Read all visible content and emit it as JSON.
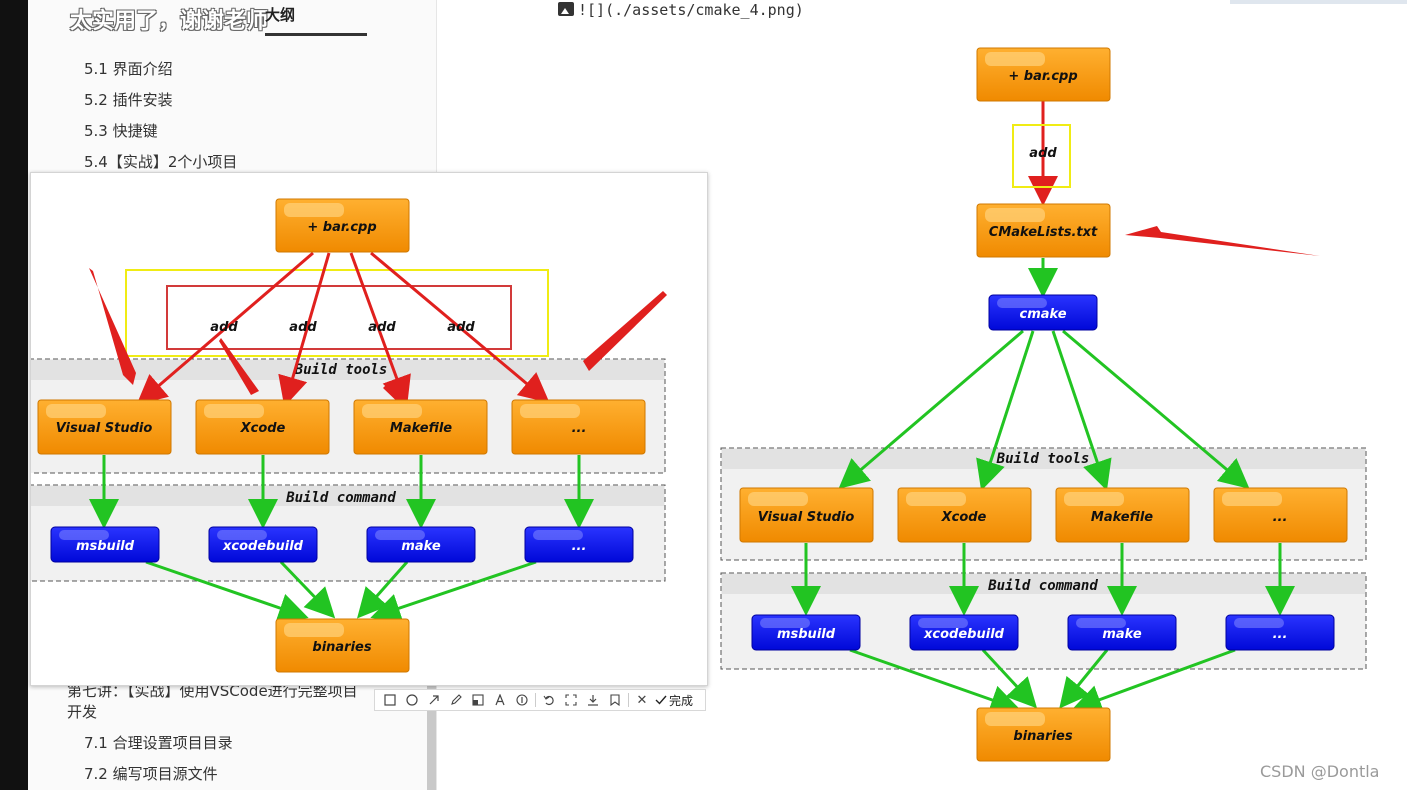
{
  "overlay_caption": "太实用了，谢谢老师",
  "outline": {
    "header": "大纲",
    "items_top": [
      "5.1 界面介绍",
      "5.2 插件安装",
      "5.3 快捷键",
      "5.4【实战】2个小项目"
    ],
    "chapter_line1": "第七讲：【实战】使用VSCode进行完整项目",
    "chapter_line2": "开发",
    "items_bottom": [
      "7.1 合理设置项目目录",
      "7.2 编写项目源文件"
    ]
  },
  "editor": {
    "markdown_line": "![](./assets/cmake_4.png)"
  },
  "diagram": {
    "source": "+ bar.cpp",
    "add_label": "add",
    "cmakelists": "CMakeLists.txt",
    "cmake": "cmake",
    "build_tools_title": "Build tools",
    "build_command_title": "Build command",
    "tools": [
      "Visual Studio",
      "Xcode",
      "Makefile",
      "..."
    ],
    "commands": [
      "msbuild",
      "xcodebuild",
      "make",
      "..."
    ],
    "output": "binaries"
  },
  "toolbar": {
    "tools": [
      "rectangle-tool",
      "ellipse-tool",
      "arrow-tool",
      "pen-tool",
      "mosaic-tool",
      "text-tool",
      "number-tool",
      "undo-tool",
      "pin-tool",
      "download-tool",
      "bookmark-tool"
    ],
    "cancel_label": "✕",
    "done_label": "完成"
  },
  "watermark": "CSDN @Dontla",
  "colors": {
    "node_orange": "#f89c0e",
    "node_blue": "#0a10e6",
    "arrow_green": "#22c422",
    "arrow_red": "#e0201e",
    "highlight_yellow": "#f0ec14"
  }
}
